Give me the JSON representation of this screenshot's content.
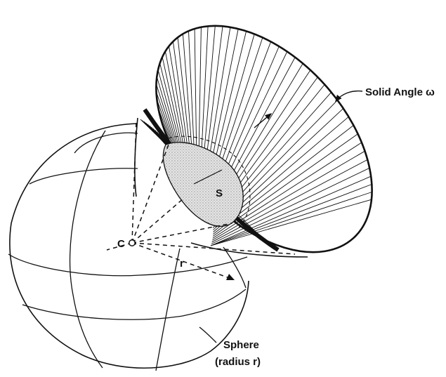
{
  "labels": {
    "solid_angle": "Solid Angle ω",
    "surface_patch": "S",
    "center": "C",
    "radius": "r",
    "sphere_line1": "Sphere",
    "sphere_line2": "(radius r)"
  },
  "colors": {
    "ink": "#111111",
    "stipple": "#8a8a8a",
    "patch_fill": "#d9d9d9",
    "background": "#ffffff"
  }
}
